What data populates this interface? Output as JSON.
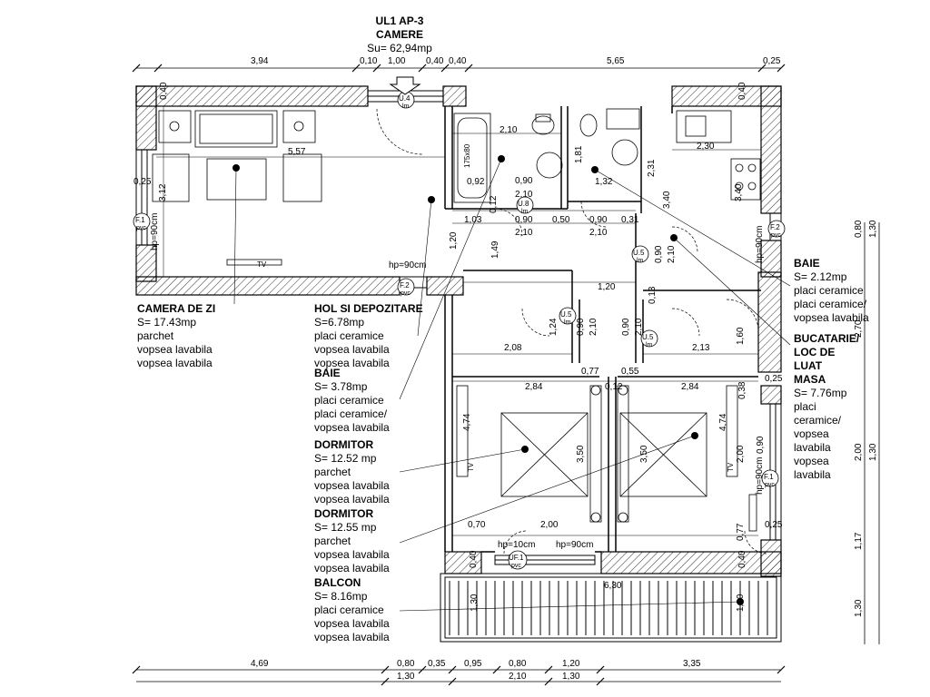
{
  "title": {
    "line1": "UL1 AP-3",
    "line2": "CAMERE",
    "area": "Su= 62,94mp"
  },
  "rooms": [
    {
      "name": "CAMERA DE ZI",
      "area": "S= 17.43mp",
      "finishes": [
        "parchet",
        "vopsea lavabila",
        "vopsea lavabila"
      ]
    },
    {
      "name": "HOL SI DEPOZITARE",
      "area": "S=6.78mp",
      "finishes": [
        "placi ceramice",
        "vopsea lavabila",
        "vopsea lavabila"
      ]
    },
    {
      "name": "BAIE",
      "area": "S= 3.78mp",
      "finishes": [
        "placi ceramice",
        "placi ceramice/",
        "vopsea lavabila"
      ]
    },
    {
      "name": "DORMITOR",
      "area": "S= 12.52 mp",
      "finishes": [
        "parchet",
        "vopsea lavabila",
        "vopsea lavabila"
      ]
    },
    {
      "name": "DORMITOR",
      "area": "S= 12.55 mp",
      "finishes": [
        "parchet",
        "vopsea lavabila",
        "vopsea lavabila"
      ]
    },
    {
      "name": "BALCON",
      "area": "S= 8.16mp",
      "finishes": [
        "placi ceramice",
        "vopsea lavabila",
        "vopsea lavabila"
      ]
    },
    {
      "name": "BAIE",
      "area": "S= 2.12mp",
      "finishes": [
        "placi ceramice",
        "placi ceramice/",
        "vopsea lavabila"
      ]
    },
    {
      "name_lines": [
        "BUCATARIE/",
        "LOC DE",
        "LUAT",
        "MASA"
      ],
      "area": "S= 7.76mp",
      "finishes": [
        "placi",
        "ceramice/",
        "vopsea",
        "lavabila",
        "vopsea",
        "lavabila"
      ]
    }
  ],
  "dims_top": [
    "3,94",
    "0,10",
    "1,00",
    "0,40",
    "0,40",
    "5,65",
    "0,25"
  ],
  "dims_bottom_1": [
    "4,69",
    "0,80",
    "0,35",
    "0,95",
    "0,80",
    "1,20",
    "3,35"
  ],
  "dims_bottom_2": [
    "1,30",
    "2,10",
    "1,30"
  ],
  "dims_right": [
    "0,80",
    "1,30",
    "2,70",
    "2,00",
    "1,30",
    "1,17",
    "1,30"
  ],
  "inner_dims": {
    "living_width": "5,57",
    "living_height": "3,12",
    "living_left": "0,25",
    "wall_top_left": "0,40",
    "bath_w": "2,10",
    "bath_092": "0,92",
    "bath_090a": "0,90",
    "bath_210a": "2,10",
    "wc_181": "1,81",
    "wc_132": "1,32",
    "wc_231": "2,31",
    "kitchen_230": "2,30",
    "kitchen_340": "3,40",
    "kitchen_340b": "3,40",
    "wall_top_right": "0,40",
    "row_103": "1,03",
    "row_012": "0,12",
    "row_090": "0,90",
    "row_050": "0,50",
    "row_090b": "0,90",
    "row_031": "0,31",
    "row_210a": "2,10",
    "row_210b": "2,10",
    "hall_120": "1,20",
    "hall_149": "1,49",
    "hall_120b": "1,20",
    "hall_090": "0,90",
    "hall_210": "2,10",
    "small_124": "1,24",
    "small_090": "0,90",
    "small_210": "2,10",
    "small_090b": "0,90",
    "small_210b": "2,10",
    "small_013": "0,13",
    "small_160": "1,60",
    "room_208": "2,08",
    "room_213": "2,13",
    "room_077": "0,77",
    "room_055": "0,55",
    "room_012": "0,12",
    "room_284a": "2,84",
    "room_284b": "2,84",
    "room_474a": "4,74",
    "room_474b": "4,74",
    "room_350a": "3,50",
    "room_350b": "3,50",
    "room_200": "2,00",
    "room_090": "0,90",
    "room_038": "0,38",
    "room_025a": "0,25",
    "room_070": "0,70",
    "room_200b": "2,00",
    "room_077b": "0,77",
    "room_025b": "0,25",
    "bottom_040a": "0,40",
    "bottom_040b": "0,40",
    "bottom_630": "6,30",
    "balcon_130a": "1,30",
    "balcon_130b": "1,30"
  },
  "tags": {
    "u4": "U.4",
    "u4s": "lm",
    "u8": "U.8",
    "u8s": "lm",
    "u5a": "U.5",
    "u5as": "lm",
    "u5b": "U.5",
    "u5bs": "lm",
    "u5c": "U.5",
    "u5cs": "lm",
    "f1a": "F.1",
    "f1as": "pvc",
    "f2a": "F.2",
    "f2as": "pvc",
    "f2b": "F.2",
    "f2bs": "pvc",
    "f1b": "F.1",
    "f1bs": "pvc",
    "uf1": "UF.1",
    "uf1s": "pvc"
  },
  "notes": {
    "hp_living_v": "hp=90cm",
    "hp_living": "hp=90cm",
    "hp_kitchen": "hp=90cm",
    "hp_room": "hp=90cm",
    "hp_balc_a": "hp=10cm",
    "hp_balc_b": "hp=90cm",
    "bath_tub": "175x80",
    "tv_a": "TV",
    "tv_b": "TV",
    "tv_c": "TV"
  }
}
